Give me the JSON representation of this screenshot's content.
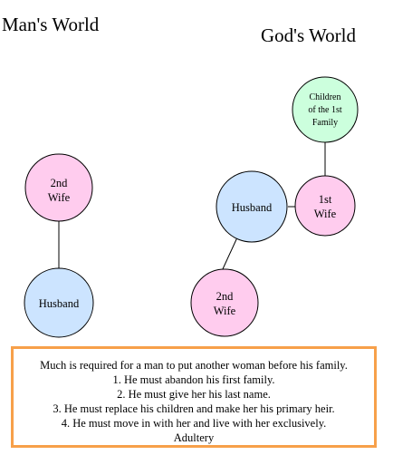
{
  "headings": {
    "left": "Man's World",
    "right": "God's World"
  },
  "colors": {
    "pink": "#ffccee",
    "blue": "#cce4ff",
    "mint": "#ccffdd",
    "note_border": "#f7a04a"
  },
  "mans_world": {
    "second_wife": [
      "2nd",
      "Wife"
    ],
    "husband": [
      "Husband"
    ]
  },
  "gods_world": {
    "children": [
      "Children",
      "of the 1st",
      "Family"
    ],
    "husband": [
      "Husband"
    ],
    "first_wife": [
      "1st",
      "Wife"
    ],
    "second_wife": [
      "2nd",
      "Wife"
    ]
  },
  "note": {
    "lines": [
      "Much is required for a man to put another woman before his family.",
      "1. He must abandon his first family.",
      "2. He must give her his last name.",
      "3. He must replace his children and make her his primary heir.",
      "4. He must move in with her and live with her exclusively.",
      "Adultery"
    ]
  }
}
